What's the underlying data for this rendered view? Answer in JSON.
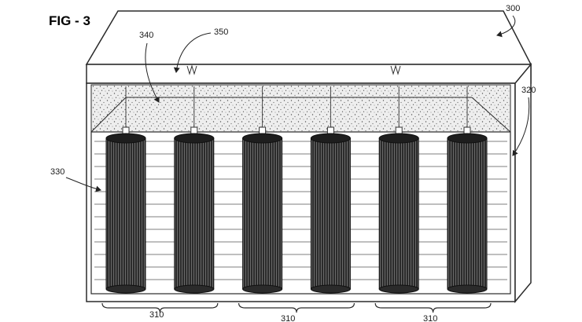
{
  "figure": {
    "title": "FIG - 3",
    "labels": {
      "assembly": "300",
      "cells": "310",
      "housing": "320",
      "fluid": "330",
      "foam": "340",
      "cover": "350"
    },
    "cell_count": 6,
    "cell_group_label_count": 3,
    "colors": {
      "line": "#2a2a2a",
      "cell_body": "#3a3a3a",
      "speckle_fill": "#e6e6e6",
      "background": "#ffffff"
    }
  }
}
